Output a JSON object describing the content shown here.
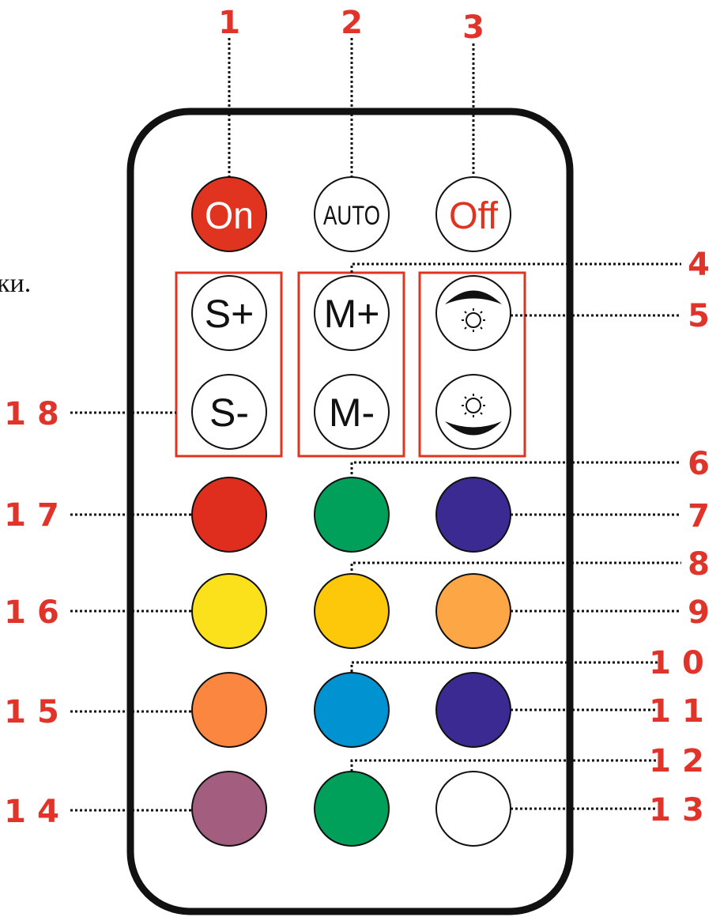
{
  "stray_text": "ки.",
  "callouts": [
    "1",
    "2",
    "3",
    "4",
    "5",
    "6",
    "7",
    "8",
    "9",
    "10",
    "11",
    "12",
    "13",
    "14",
    "15",
    "16",
    "17",
    "18"
  ],
  "remote": {
    "top_row": [
      {
        "label": "On",
        "fill": "#e03421",
        "text_color": "#ffffff"
      },
      {
        "label": "AUTO",
        "fill": "#ffffff",
        "text_color": "#111111"
      },
      {
        "label": "Off",
        "fill": "#ffffff",
        "text_color": "#e03421"
      }
    ],
    "control_rows": [
      [
        {
          "label": "S+"
        },
        {
          "label": "M+"
        },
        {
          "icon": "brightness-up-icon"
        }
      ],
      [
        {
          "label": "S-"
        },
        {
          "label": "M-"
        },
        {
          "icon": "brightness-down-icon"
        }
      ]
    ],
    "color_rows": [
      [
        "#df2d1e",
        "#00a05a",
        "#3b2a92"
      ],
      [
        "#fbe11b",
        "#fdc80a",
        "#fca646"
      ],
      [
        "#fb8640",
        "#0092d1",
        "#3b2a92"
      ],
      [
        "#a25d7f",
        "#00a05a",
        "#ffffff"
      ]
    ]
  },
  "colors": {
    "accent": "#e0342a",
    "outline": "#111111"
  }
}
